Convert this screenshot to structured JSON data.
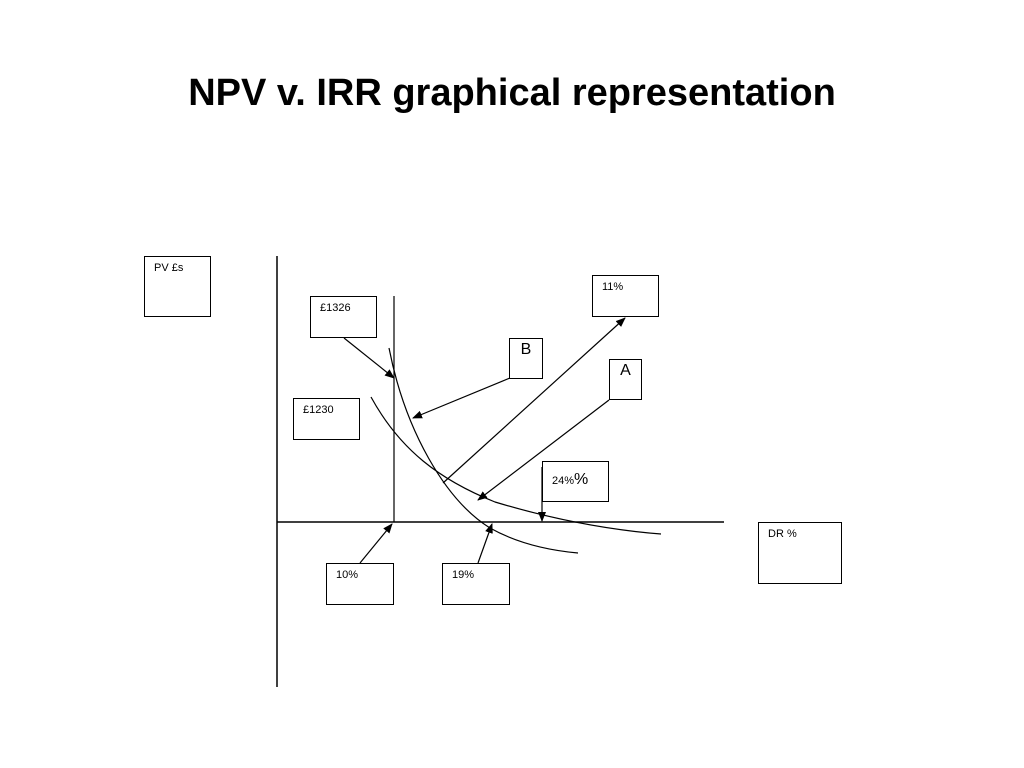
{
  "title": "NPV v. IRR graphical representation",
  "labels": {
    "y_axis": "PV £s",
    "x_axis": "DR %",
    "npv_b_at_zero": "£1326",
    "npv_a_at_zero": "£1230",
    "project_b": "B",
    "project_a": "A",
    "crossover_rate": "11%",
    "irr_b": "24%",
    "irr_b_suffix": "%",
    "rate_10": "10%",
    "rate_19": "19%"
  },
  "colors": {
    "lines": "#000000",
    "background": "#ffffff"
  }
}
